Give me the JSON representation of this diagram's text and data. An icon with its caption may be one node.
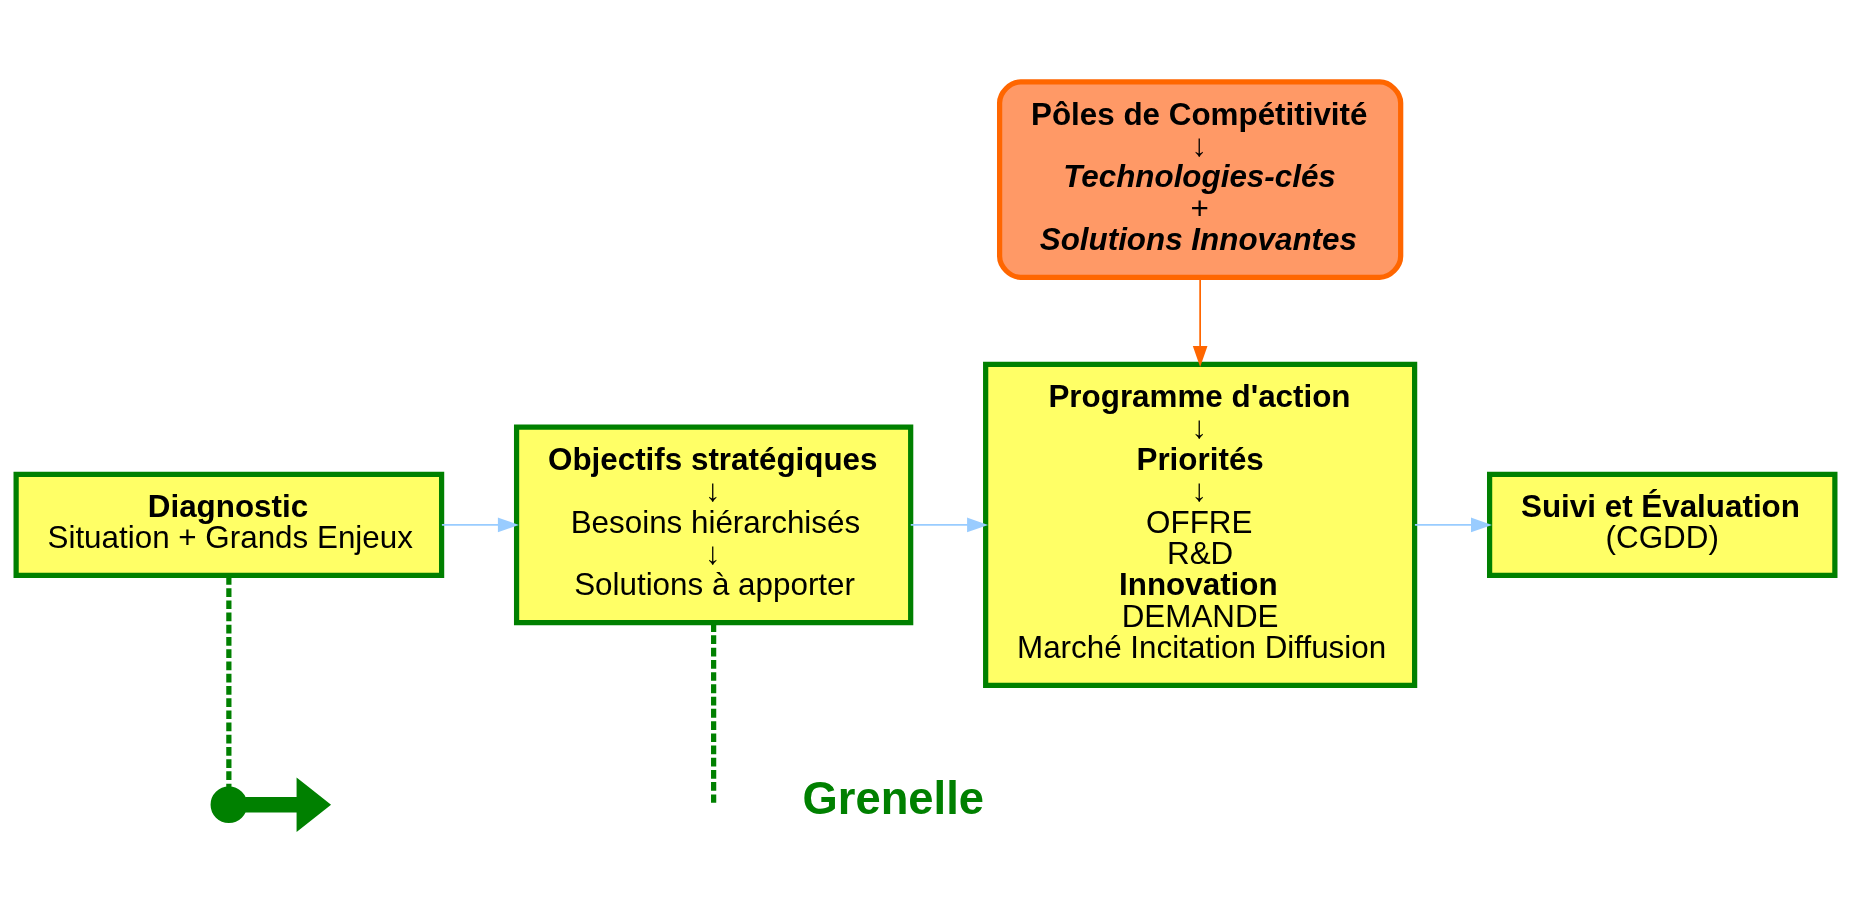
{
  "diagram": {
    "nodes": [
      {
        "text": [
          "Diagnostic",
          "Situation + Grands Enjeux"
        ]
      },
      {
        "text": [
          "Objectifs stratégiques",
          "↓",
          "Besoins hiérarchisés",
          "↓",
          "Solutions à apporter"
        ]
      },
      {
        "text": [
          "Programme d'action",
          "↓",
          "Priorités",
          "↓",
          "OFFRE",
          "R&D",
          "Innovation",
          "DEMANDE",
          "Marché Incitation Diffusion"
        ]
      },
      {
        "text": [
          "Suivi et Évaluation",
          "(CGDD)"
        ]
      },
      {
        "text": [
          "Pôles de Compétitivité",
          "↓",
          "Technologies-clés",
          "+",
          "Solutions Innovantes"
        ]
      },
      {
        "text": [],
        "shape": "circle"
      }
    ],
    "edges": [
      {
        "from": 0,
        "to": 1,
        "arrow": "to",
        "color": "#99ccff"
      },
      {
        "from": 1,
        "to": 2,
        "arrow": "to",
        "color": "#99ccff"
      },
      {
        "from": 2,
        "to": 3,
        "arrow": "to",
        "color": "#99ccff"
      },
      {
        "from": 4,
        "to": 2,
        "arrow": "to",
        "color": "#ff6600"
      },
      {
        "from": 0,
        "to": 5,
        "arrow": "none",
        "style": "dashed",
        "color": "#008000"
      },
      {
        "from": 1,
        "to": null,
        "arrow": "none",
        "style": "dashed",
        "color": "#008000"
      },
      {
        "from": 5,
        "to": null,
        "arrow": "to",
        "style": "thick",
        "color": "#008000"
      }
    ],
    "labels": [
      "Grenelle"
    ]
  }
}
